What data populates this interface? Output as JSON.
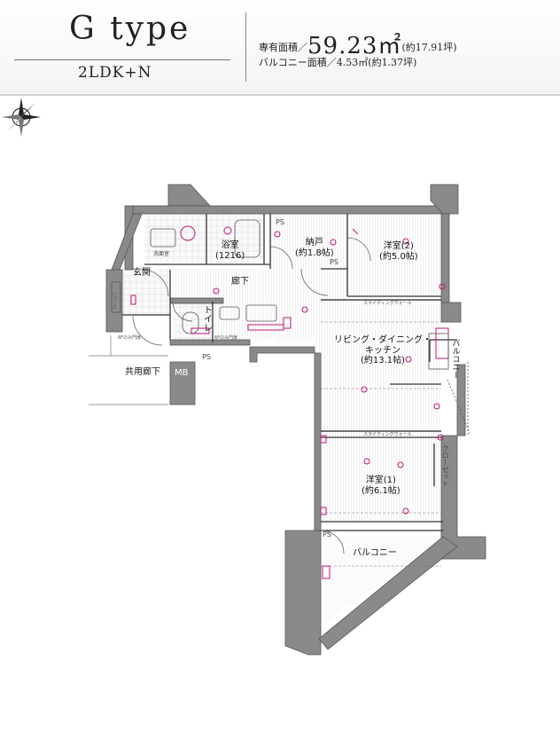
{
  "header": {
    "type_title": "G type",
    "layout": "2LDK+N",
    "exclusive_area_label": "専有面積／",
    "exclusive_area_value": "59.23㎡",
    "exclusive_area_tsubo": "(約17.91坪)",
    "balcony_area": "バルコニー面積／4.53㎡(約1.37坪)"
  },
  "rooms": {
    "western2": "洋室(2)",
    "western2_size": "(約5.0帖)",
    "storage": "納戸",
    "storage_size": "(約1.8帖)",
    "bath": "浴室",
    "bath_size": "(1216)",
    "washroom": "洗面室",
    "entrance": "玄関",
    "hallway": "廊下",
    "toilet": "トイレ",
    "ldk": "リビング・ダイニング・",
    "ldk2": "キッチン",
    "ldk_size": "(約13.1帖)",
    "western1": "洋室(1)",
    "western1_size": "(約6.1帖)",
    "closet": "クローゼット",
    "balcony_side": "バルコニー",
    "balcony_bottom": "バルコニー",
    "common_corridor": "共用廊下",
    "mb": "MB",
    "ps1": "PS",
    "ps2": "PS",
    "ps3": "PS",
    "ps4": "PS",
    "gate_6f": "6Fのみ門扉",
    "gate_6f_b": "6Fのみ門扉",
    "shoe": "シューズ",
    "sliding_wall1": "スライディングウォール",
    "sliding_wall2": "スライディングウォール"
  },
  "colors": {
    "wall": "#8a8a8a",
    "wall_dark": "#666666",
    "floor_line": "#d7d7d7",
    "accent": "#c0157a",
    "text": "#222222"
  },
  "icons": {
    "compass": "compass-rose-icon"
  }
}
